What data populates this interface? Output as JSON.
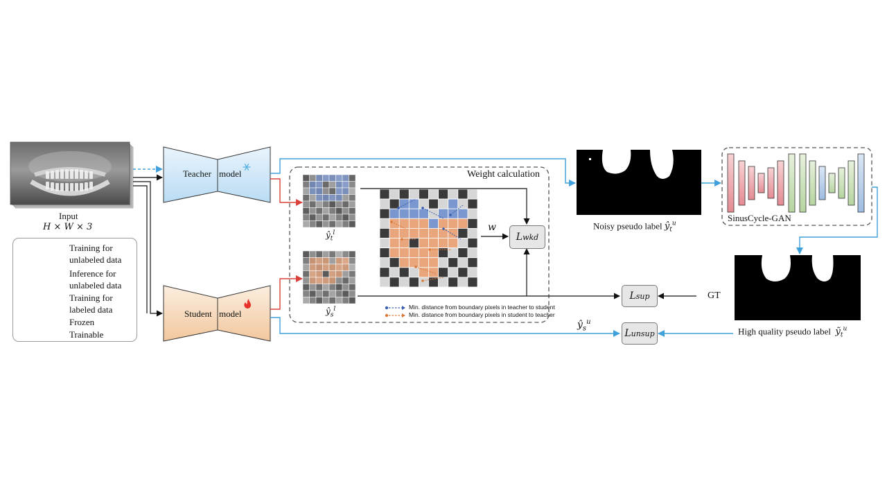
{
  "input": {
    "label": "Input",
    "dims": "H × W × 3"
  },
  "models": {
    "teacher": {
      "word": "Teacher",
      "model": "model",
      "status_icon": "snowflake-icon",
      "fill": "#cfe6f7"
    },
    "student": {
      "word": "Student",
      "model": "model",
      "status_icon": "flame-icon",
      "fill": "#f7d9bd"
    }
  },
  "legend": {
    "items": [
      {
        "line1": "Training for",
        "line2": "unlabeled data",
        "style": "solid",
        "color": "#3fa0dc"
      },
      {
        "line1": "Inference for",
        "line2": "unlabeled data",
        "style": "dashed",
        "color": "#3fa0dc"
      },
      {
        "line1": "Training for",
        "line2": "labeled data",
        "style": "solid",
        "color": "#d9403a"
      },
      {
        "line1": "Frozen",
        "icon": "snowflake-icon"
      },
      {
        "line1": "Trainable",
        "icon": "flame-icon"
      }
    ]
  },
  "weight_calc": {
    "title": "Weight calculation",
    "teacher_pred": "ŷ_t^l",
    "student_pred": "ŷ_s^l",
    "w_label": "w",
    "note1": "Min. distance from boundary pixels in teacher to student",
    "note2": "Min. distance from boundary pixels in student to teacher"
  },
  "losses": {
    "wkd": {
      "base": "L",
      "sub": "wkd"
    },
    "sup": {
      "base": "L",
      "sub": "sup"
    },
    "unsup": {
      "base": "L",
      "sub": "unsup"
    }
  },
  "gt_label": "GT",
  "student_unlabeled_pred": "ŷ_s^u",
  "noisy": {
    "text": "Noisy pseudo label",
    "sym": "ŷ_t^u"
  },
  "gan": {
    "name": "SinusCycle-GAN"
  },
  "hq": {
    "text": "High quality pseudo label",
    "sym": "ỹ_t^u"
  },
  "colors": {
    "blue": "#3fa0dc",
    "red": "#d9403a",
    "teacher_cell": "#7b97cf",
    "student_cell": "#e9a57c",
    "dark_cell": "#3a3a3a",
    "light_cell": "#d6d6d6"
  }
}
